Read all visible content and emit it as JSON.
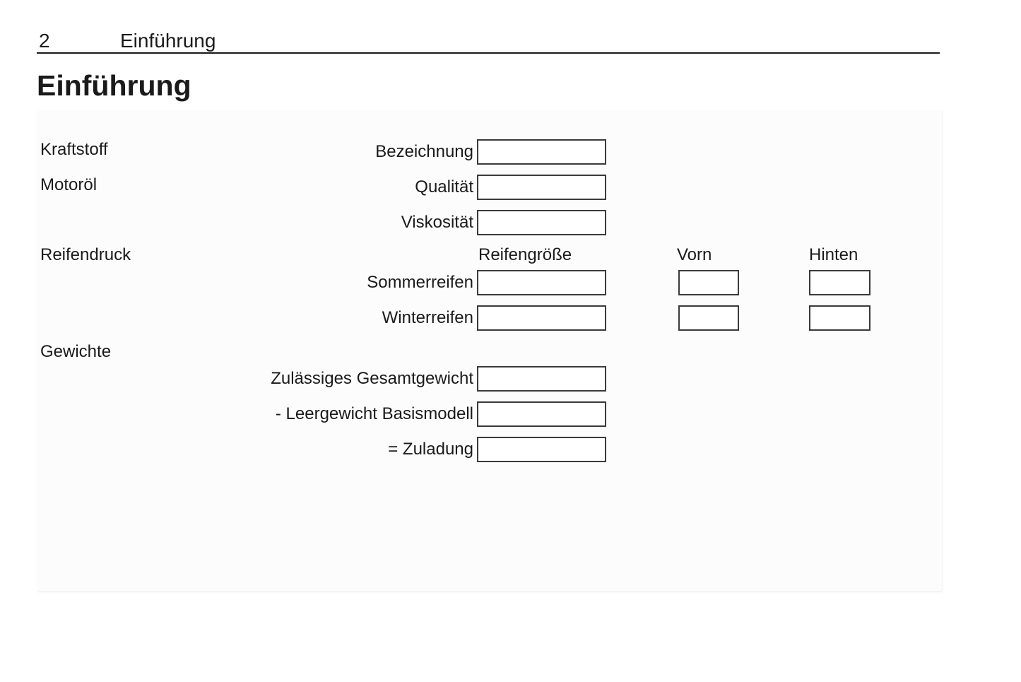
{
  "header": {
    "page_number": "2",
    "chapter_title": "Einführung"
  },
  "page": {
    "title": "Einführung"
  },
  "form": {
    "sections": {
      "kraftstoff": {
        "label": "Kraftstoff"
      },
      "motoroel": {
        "label": "Motoröl"
      },
      "reifendruck": {
        "label": "Reifendruck"
      },
      "gewichte": {
        "label": "Gewichte"
      }
    },
    "columns": {
      "reifengroesse": "Reifengröße",
      "vorn": "Vorn",
      "hinten": "Hinten"
    },
    "fields": {
      "bezeichnung": {
        "label": "Bezeichnung",
        "value": ""
      },
      "qualitaet": {
        "label": "Qualität",
        "value": ""
      },
      "viskositaet": {
        "label": "Viskosität",
        "value": ""
      },
      "sommerreifen": {
        "label": "Sommerreifen",
        "reifengroesse_value": "",
        "vorn_value": "",
        "hinten_value": ""
      },
      "winterreifen": {
        "label": "Winterreifen",
        "reifengroesse_value": "",
        "vorn_value": "",
        "hinten_value": ""
      },
      "zulaessiges_gesamtgewicht": {
        "label": "Zulässiges Gesamtgewicht",
        "value": ""
      },
      "leergewicht_basismodell": {
        "label": "- Leergewicht Basismodell",
        "value": ""
      },
      "zuladung": {
        "label": "= Zuladung",
        "value": ""
      }
    }
  },
  "colors": {
    "text": "#1a1a1a",
    "rule": "#1a1a1a",
    "box_border": "#3a3a3a",
    "panel_background": "#fcfcfc",
    "page_background": "#ffffff"
  }
}
